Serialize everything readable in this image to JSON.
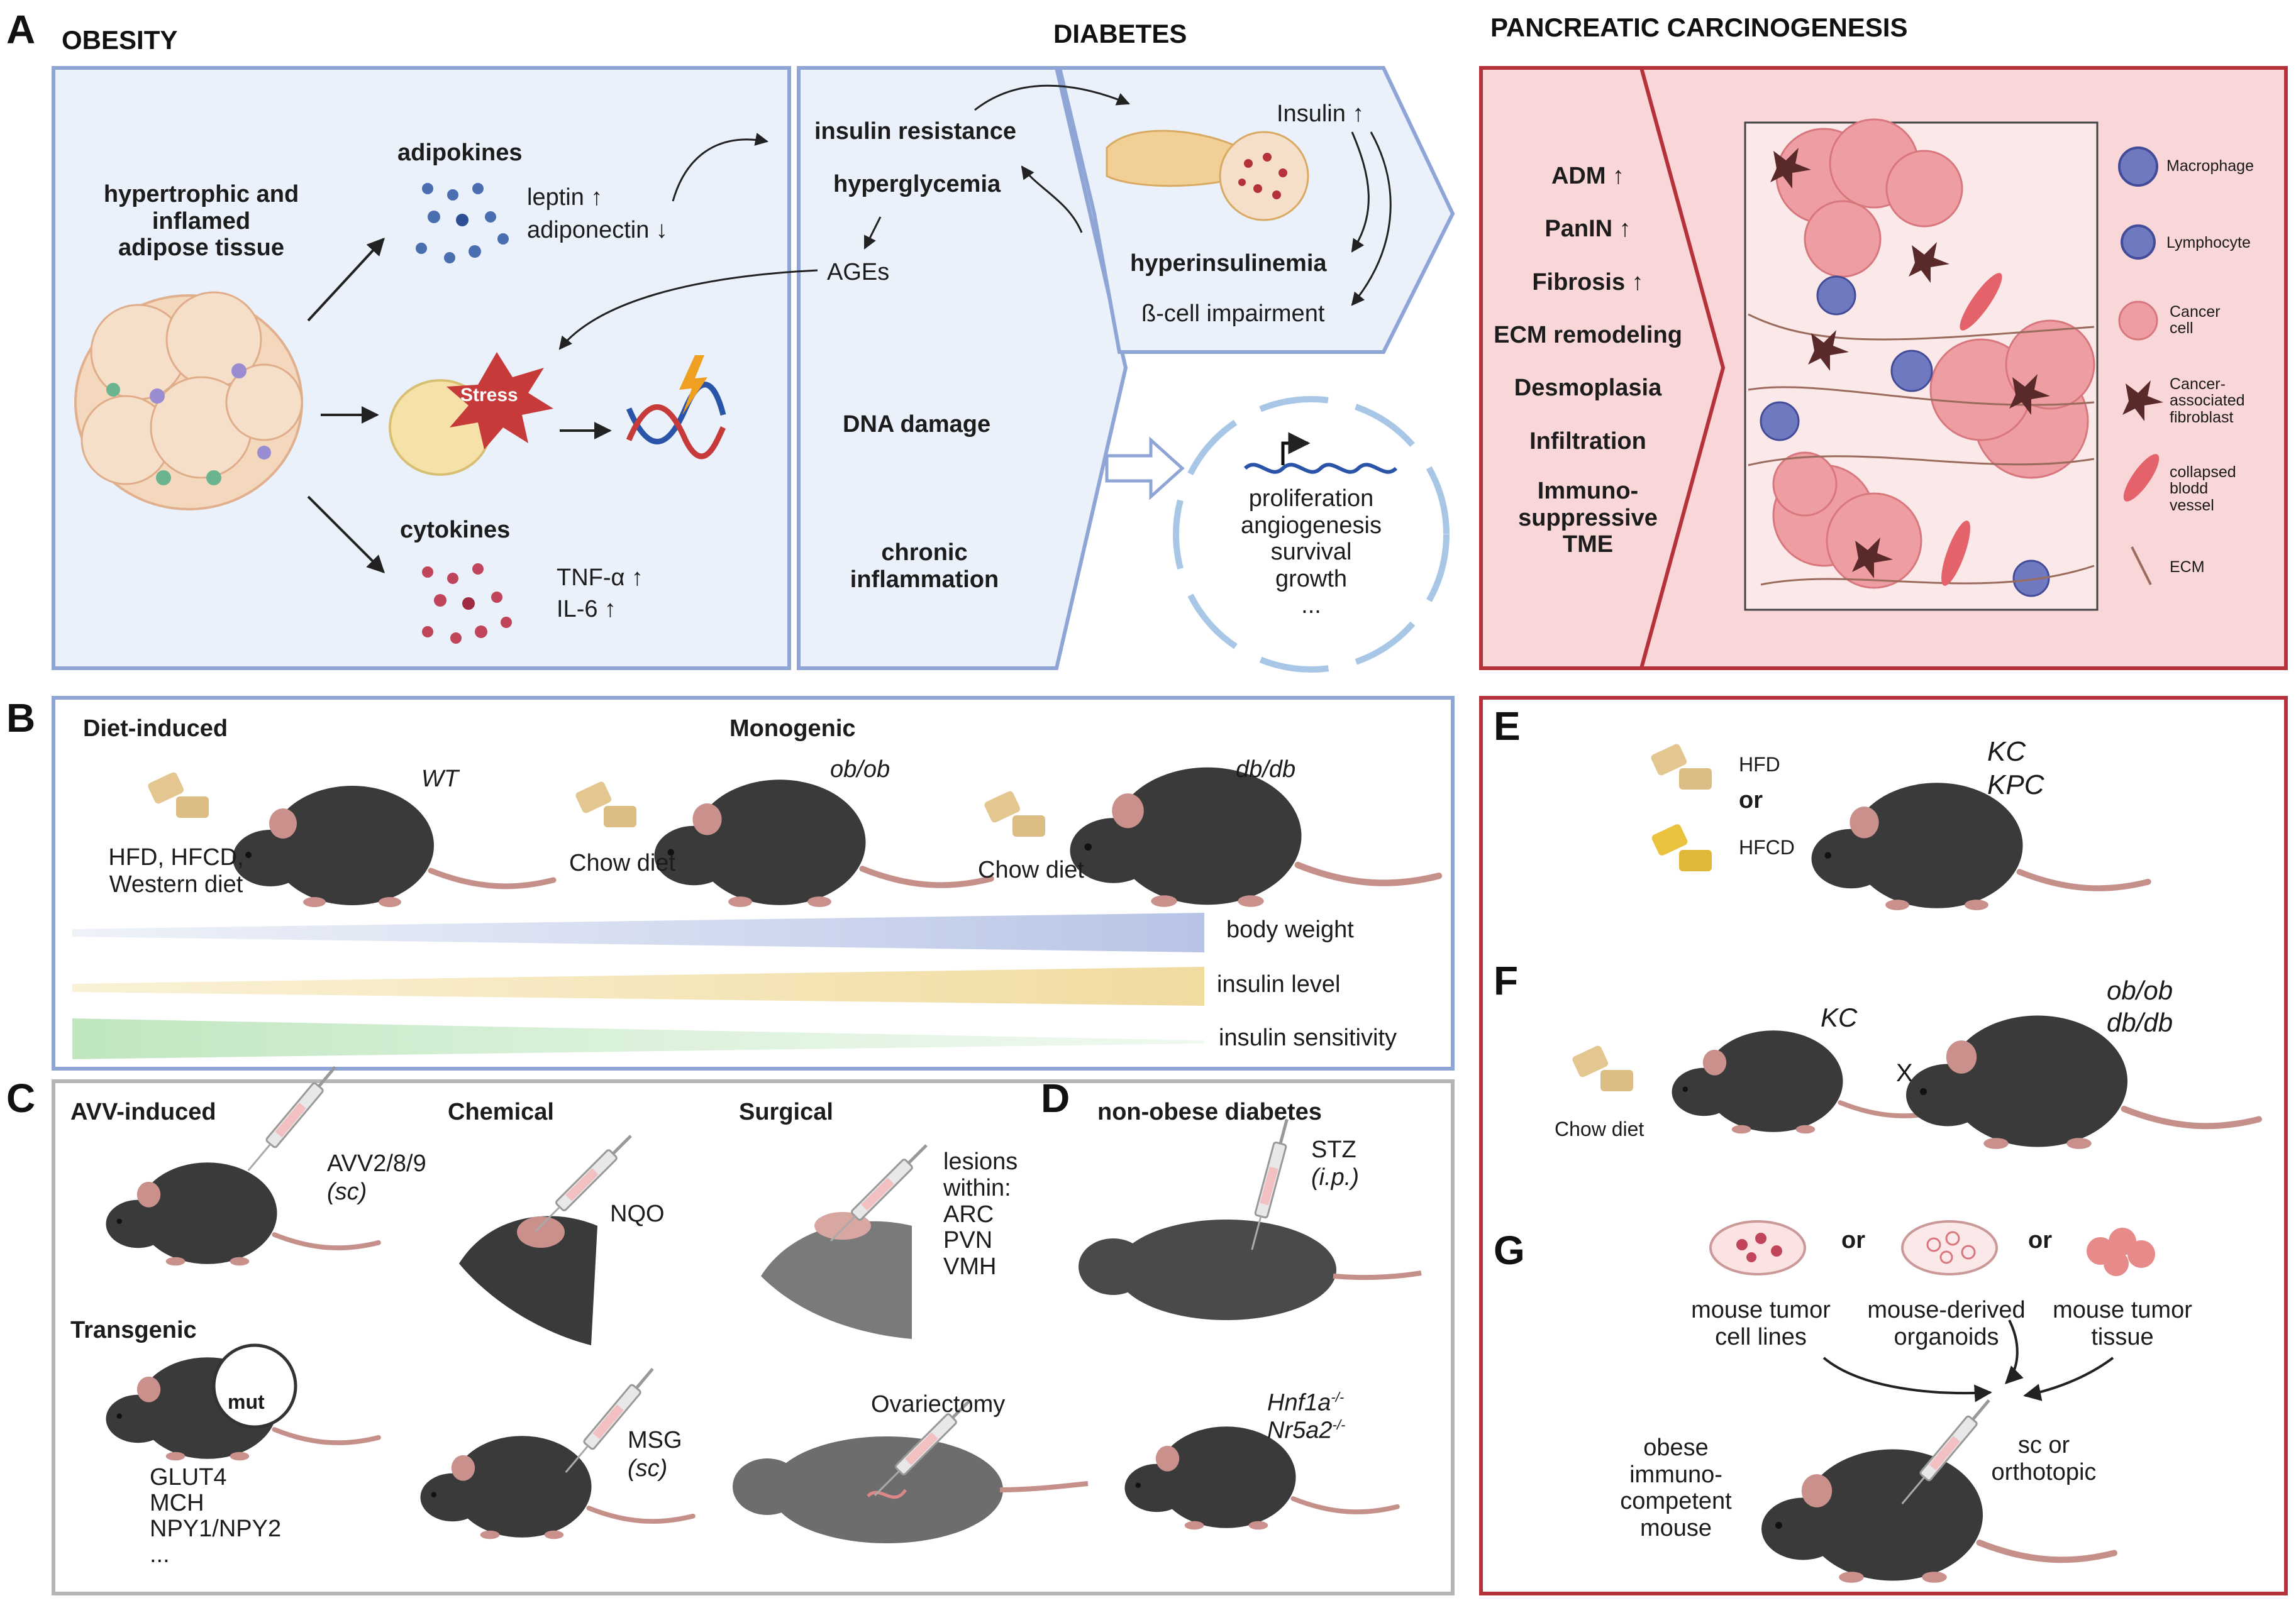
{
  "panels": {
    "A": "A",
    "B": "B",
    "C": "C",
    "D": "D",
    "E": "E",
    "F": "F",
    "G": "G"
  },
  "obesity": {
    "title": "OBESITY",
    "tissue": [
      "hypertrophic and",
      "inflamed",
      "adipose tissue"
    ],
    "adipokines": "adipokines",
    "leptin": "leptin ↑",
    "adiponectin": "adiponectin ↓",
    "stress": "Stress",
    "cytokines": "cytokines",
    "tnf": "TNF-α ↑",
    "il6": "IL-6 ↑"
  },
  "diabetes": {
    "title": "DIABETES",
    "insulin_resistance": "insulin resistance",
    "hyperglycemia": "hyperglycemia",
    "ages": "AGEs",
    "dna_damage": "DNA damage",
    "chronic": [
      "chronic",
      "inflammation"
    ],
    "insulin": "Insulin ↑",
    "hyperinsulinemia": "hyperinsulinemia",
    "bcell": "ß-cell impairment",
    "outcomes": [
      "proliferation",
      "angiogenesis",
      "survival",
      "growth",
      "..."
    ]
  },
  "carcinogenesis": {
    "title": "PANCREATIC CARCINOGENESIS",
    "features": [
      "ADM ↑",
      "PanIN ↑",
      "Fibrosis ↑",
      "ECM remodeling",
      "Desmoplasia",
      "Infiltration"
    ],
    "tme": [
      "Immuno-",
      "suppressive",
      "TME"
    ],
    "legend": {
      "macrophage": "Macrophage",
      "lymphocyte": "Lymphocyte",
      "cancer": [
        "Cancer",
        "cell"
      ],
      "caf": [
        "Cancer-",
        "associated",
        "fibroblast"
      ],
      "vessel": [
        "collapsed",
        "blodd",
        "vessel"
      ],
      "ecm": "ECM"
    }
  },
  "panel_b": {
    "diet_induced": "Diet-induced",
    "monogenic": "Monogenic",
    "wt": "WT",
    "diets": [
      "HFD, HFCD,",
      "Western diet"
    ],
    "chow1": "Chow diet",
    "obob": "ob/ob",
    "chow2": "Chow diet",
    "dbdb": "db/db",
    "bars": [
      "body weight",
      "insulin level",
      "insulin sensitivity"
    ]
  },
  "panel_c": {
    "avv": "AVV-induced",
    "avv_label": "AVV2/8/9",
    "avv_route": "(sc)",
    "chemical": "Chemical",
    "nqo": "NQO",
    "surgical": "Surgical",
    "lesions": [
      "lesions",
      "within:",
      "ARC",
      "PVN",
      "VMH"
    ],
    "transgenic": "Transgenic",
    "mut": "mut",
    "genes": [
      "GLUT4",
      "MCH",
      "NPY1/NPY2",
      "..."
    ],
    "msg": "MSG",
    "msg_route": "(sc)",
    "ovariectomy": "Ovariectomy"
  },
  "panel_d": {
    "title": "non-obese diabetes",
    "stz": "STZ",
    "stz_route": "(i.p.)",
    "hnf": "Hnf1a",
    "nr5": "Nr5a2",
    "ko": "-/-"
  },
  "panel_e": {
    "hfd": "HFD",
    "or": "or",
    "hfcd": "HFCD",
    "kc": "KC",
    "kpc": "KPC"
  },
  "panel_f": {
    "chow": "Chow diet",
    "kc": "KC",
    "x": "X",
    "obob": "ob/ob",
    "dbdb": "db/db"
  },
  "panel_g": {
    "or1": "or",
    "or2": "or",
    "lines": [
      "mouse tumor",
      "cell lines"
    ],
    "organoids": [
      "mouse-derived",
      "organoids"
    ],
    "tissue": [
      "mouse tumor",
      "tissue"
    ],
    "route": [
      "sc or",
      "orthotopic"
    ],
    "mouse": [
      "obese",
      "immuno-",
      "competent",
      "mouse"
    ]
  }
}
